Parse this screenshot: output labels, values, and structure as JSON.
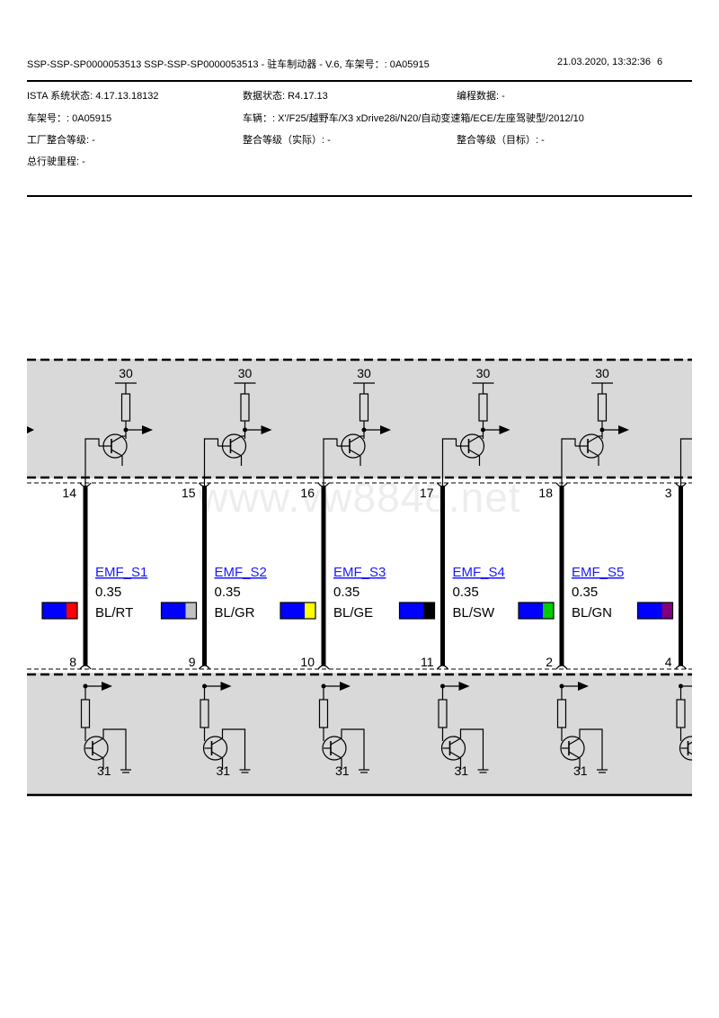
{
  "header": {
    "title": "SSP-SSP-SP0000053513 SSP-SSP-SP0000053513 - 驻车制动器 - V.6, 车架号：: 0A05915",
    "datetime": "21.03.2020, 13:32:36",
    "page": "6"
  },
  "info": {
    "ista": "ISTA 系统状态: 4.17.13.18132",
    "data_status": "数据状态: R4.17.13",
    "programming": "编程数据: -",
    "vin": "车架号：: 0A05915",
    "vehicle": "车辆：: X'/F25/越野车/X3 xDrive28i/N20/自动变速箱/ECE/左座驾驶型/2012/10",
    "factory_level": "工厂整合等级: -",
    "actual_level": "整合等级（实际）: -",
    "target_level": "整合等级（目标）: -",
    "mileage": "总行驶里程: -"
  },
  "watermark": "www.vw8848.net",
  "diagram": {
    "supply_label": "30",
    "ground_label": "31",
    "colors": {
      "BL": "#0000ff",
      "RT": "#ff0000",
      "GR": "#c0c0c0",
      "GE": "#ffff00",
      "SW": "#000000",
      "GN": "#00cc00",
      "VI": "#800080"
    },
    "channels": [
      {
        "top_pin": "14",
        "bottom_pin": "8",
        "signal": "EMF_S1",
        "cross_section": "0.35",
        "wire": "BL/RT",
        "base_color": "#0000ff",
        "stripe_color": "#ff0000"
      },
      {
        "top_pin": "15",
        "bottom_pin": "9",
        "signal": "EMF_S2",
        "cross_section": "0.35",
        "wire": "BL/GR",
        "base_color": "#0000ff",
        "stripe_color": "#c0c0c0"
      },
      {
        "top_pin": "16",
        "bottom_pin": "10",
        "signal": "EMF_S3",
        "cross_section": "0.35",
        "wire": "BL/GE",
        "base_color": "#0000ff",
        "stripe_color": "#ffff00"
      },
      {
        "top_pin": "17",
        "bottom_pin": "11",
        "signal": "EMF_S4",
        "cross_section": "0.35",
        "wire": "BL/SW",
        "base_color": "#0000ff",
        "stripe_color": "#000000"
      },
      {
        "top_pin": "18",
        "bottom_pin": "2",
        "signal": "EMF_S5",
        "cross_section": "0.35",
        "wire": "BL/GN",
        "base_color": "#0000ff",
        "stripe_color": "#00cc00"
      },
      {
        "top_pin": "3",
        "bottom_pin": "4",
        "signal": "",
        "cross_section": "",
        "wire": "",
        "base_color": "#0000ff",
        "stripe_color": "#800080"
      }
    ]
  }
}
